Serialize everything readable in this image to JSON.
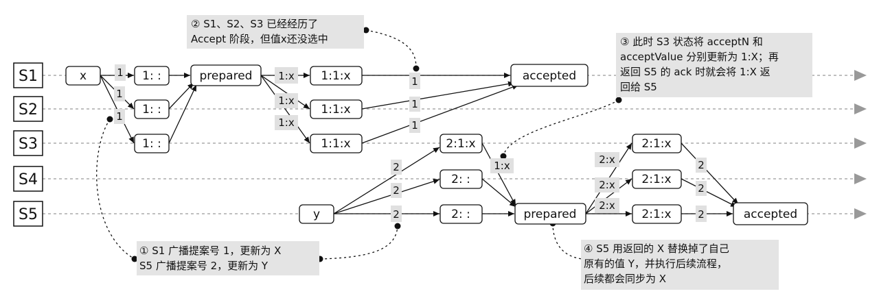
{
  "rows": [
    "S1",
    "S2",
    "S3",
    "S4",
    "S5"
  ],
  "nodes": {
    "x": "x",
    "s1_p": "1: :",
    "s2_p": "1: :",
    "s3_p": "1: :",
    "prep1": "prepared",
    "s1_a": "1:1:x",
    "s2_a": "1:1:x",
    "s3_a": "1:1:x",
    "acc1": "accepted",
    "y": "y",
    "s3_p2": "2:1:x",
    "s4_p2": "2: :",
    "s5_p2": "2: :",
    "prep2": "prepared",
    "s3_a2": "2:1:x",
    "s4_a2": "2:1:x",
    "s5_a2": "2:1:x",
    "acc2": "accepted"
  },
  "edges": {
    "x_s1": "1",
    "x_s2": "1",
    "x_s3": "1",
    "pr1_s1": "1:x",
    "pr1_s2": "1:x",
    "pr1_s3": "1:x",
    "ac1_s1": "1",
    "ac1_s2": "1",
    "ac1_s3": "1",
    "y_s3": "2",
    "y_s4": "2",
    "y_s5": "2",
    "s3_prep2": "1:x",
    "pr2_s3": "2:x",
    "pr2_s4": "2:x",
    "pr2_s5": "2:x",
    "ac2_s3": "2",
    "ac2_s4": "2",
    "ac2_s5": "2"
  },
  "notes": {
    "n2": [
      "② S1、S2、S3 已经经历了",
      "Accept 阶段，但值x还没选中"
    ],
    "n3": [
      "③  此时 S3 状态将 acceptN 和",
      "acceptValue 分别更新为 1:X；再",
      "返回 S5 的 ack 时就会将 1:X 返",
      "回给 S5"
    ],
    "n1": [
      "① S1 广播提案号 1，更新为 X",
      "S5 广播提案号 2，更新为 Y"
    ],
    "n4": [
      "④  S5 用返回的 X 替换掉了自己",
      "原有的值 Y，并执行后续流程，",
      "后续都会同步为 X"
    ]
  },
  "colors": {
    "lane": "#999999",
    "note_bg": "#e4e4e4",
    "label_bg": "#e0e0e0",
    "arrow": "#111111"
  }
}
